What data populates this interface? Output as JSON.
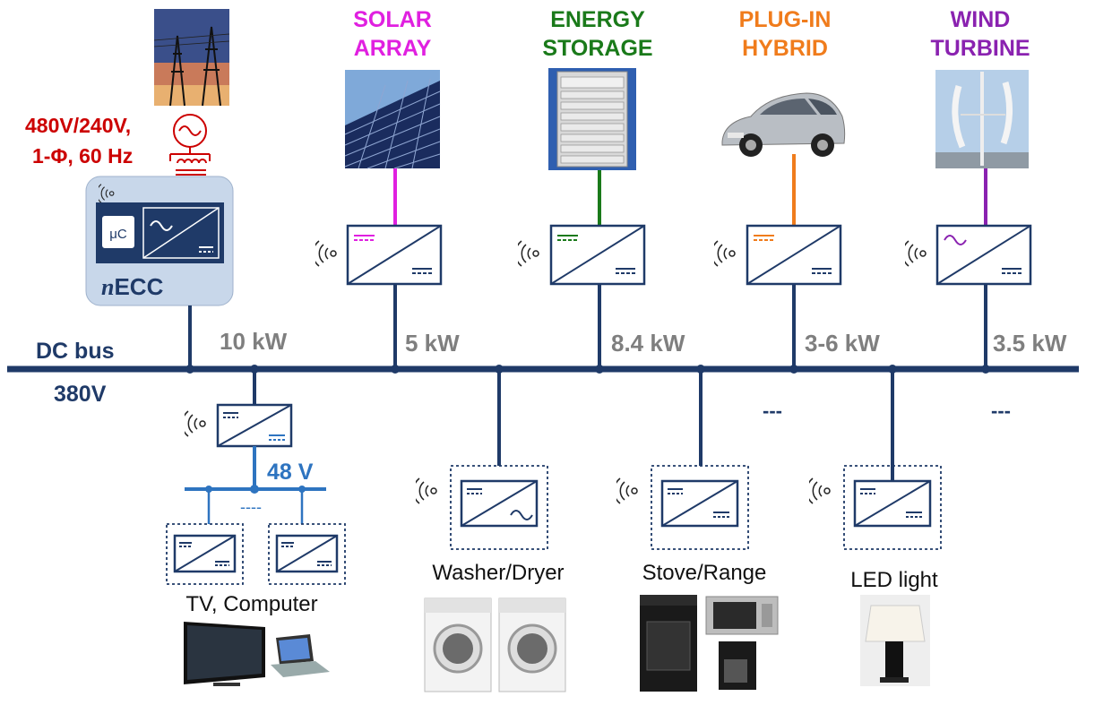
{
  "grid": {
    "voltage_line1": "480V/240V,",
    "voltage_line2": "1-Φ, 60 Hz",
    "controller_chip": "μC",
    "controller_name_italic": "n",
    "controller_name": "ECC"
  },
  "bus": {
    "name": "DC bus",
    "voltage": "380V",
    "sub_voltage": "48 V"
  },
  "sources": [
    {
      "line1": "SOLAR",
      "line2": "ARRAY",
      "color": "#e020e0",
      "power": "5 kW",
      "icon": "solar-panel"
    },
    {
      "line1": "ENERGY",
      "line2": "STORAGE",
      "color": "#1a7a1a",
      "power": "8.4 kW",
      "icon": "battery-rack"
    },
    {
      "line1": "PLUG-IN",
      "line2": "HYBRID",
      "color": "#f07c1c",
      "power": "3-6 kW",
      "icon": "car"
    },
    {
      "line1": "WIND",
      "line2": "TURBINE",
      "color": "#8a22b0",
      "power": "3.5 kW",
      "icon": "wind-turbine"
    }
  ],
  "grid_power": "10 kW",
  "loads": [
    {
      "label": "TV, Computer",
      "icon": "tv-laptop"
    },
    {
      "label": "Washer/Dryer",
      "icon": "washer-dryer"
    },
    {
      "label": "Stove/Range",
      "icon": "stove-range"
    },
    {
      "label": "LED light",
      "icon": "lamp"
    }
  ],
  "ellipsis": {
    "sub_bus": "----",
    "bus_1": "---",
    "bus_2": "---"
  },
  "colors": {
    "bus": "#1f3a68",
    "sub_bus": "#2e74c0",
    "grid_label": "#cc0000",
    "power_label": "#7f7f7f",
    "nECC_box": "#c8d7ea"
  }
}
